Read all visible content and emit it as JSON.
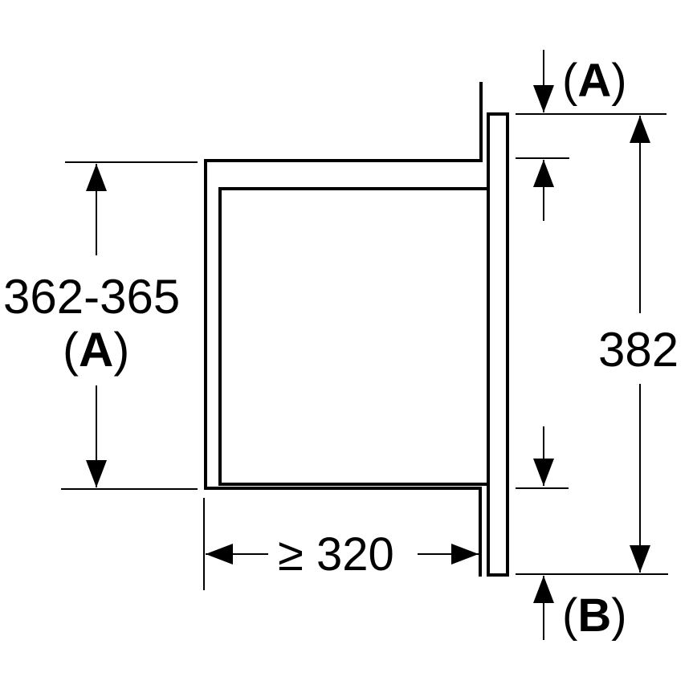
{
  "diagram": {
    "type": "built-in microwave installation dimensions (side view)",
    "colors": {
      "line": "#000000",
      "background": "#ffffff"
    },
    "labels": {
      "niche_height": "362-365",
      "niche_height_ref_open": "(",
      "niche_height_ref": "A",
      "niche_height_ref_close": ")",
      "appliance_height": "382",
      "niche_depth": "≥ 320",
      "top_gap_ref_open": "(",
      "top_gap_ref": "A",
      "top_gap_ref_close": ")",
      "bottom_gap_ref_open": "(",
      "bottom_gap_ref": "B",
      "bottom_gap_ref_close": ")"
    }
  }
}
